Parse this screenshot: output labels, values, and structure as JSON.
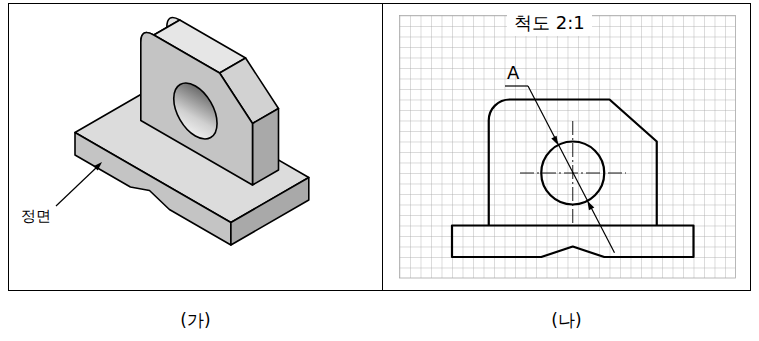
{
  "diagram": {
    "nodes": [
      {
        "text": [
          "정면",
          "(가)"
        ]
      },
      {
        "text": [
          "(나)"
        ]
      },
      {
        "text": [
          "척도 2:1"
        ],
        "in": 1
      }
    ],
    "edges": [],
    "labels": [
      "A"
    ]
  }
}
